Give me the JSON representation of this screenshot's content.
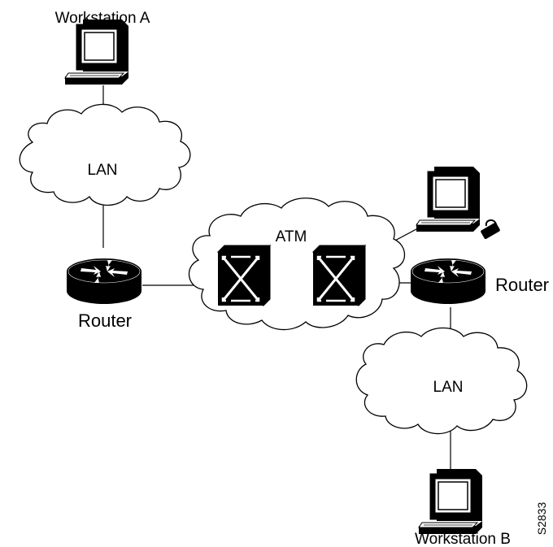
{
  "labels": {
    "workstation_a": "Workstation A",
    "workstation_b": "Workstation B",
    "lan_top": "LAN",
    "lan_bottom": "LAN",
    "atm": "ATM",
    "router_left": "Router",
    "router_right": "Router",
    "figure_id": "S2833"
  },
  "colors": {
    "stroke": "#000000",
    "background": "#ffffff",
    "icon_fill": "#000000",
    "icon_highlight": "#ffffff"
  },
  "icons": [
    "workstation-icon",
    "router-icon",
    "atm-switch-icon",
    "cloud-icon",
    "lock-icon"
  ]
}
